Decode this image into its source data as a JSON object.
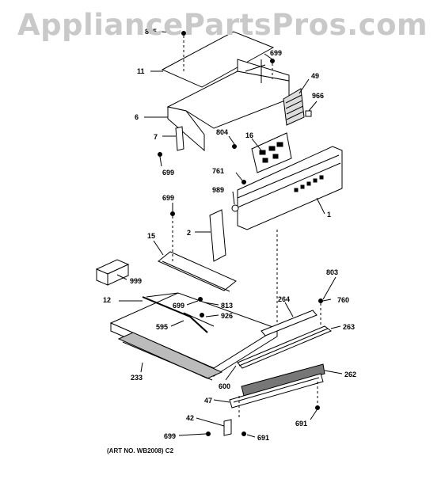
{
  "watermark": "AppliancePartsPros.com",
  "caption": "(ART NO. WB2008) C2",
  "labels": {
    "l805": "805",
    "l699a": "699",
    "l11": "11",
    "l49": "49",
    "l966": "966",
    "l6": "6",
    "l804": "804",
    "l16": "16",
    "l7": "7",
    "l699b": "699",
    "l761": "761",
    "l989": "989",
    "l699c": "699",
    "l1": "1",
    "l2": "2",
    "l15": "15",
    "l999": "999",
    "l803": "803",
    "l12": "12",
    "l699d": "699",
    "l813": "813",
    "l264": "264",
    "l760": "760",
    "l926": "926",
    "l595": "595",
    "l263": "263",
    "l233": "233",
    "l262": "262",
    "l600": "600",
    "l47": "47",
    "l691a": "691",
    "l42": "42",
    "l699e": "699",
    "l691b": "691"
  },
  "colors": {
    "line": "#000000",
    "watermark": "#c9c9c9"
  }
}
